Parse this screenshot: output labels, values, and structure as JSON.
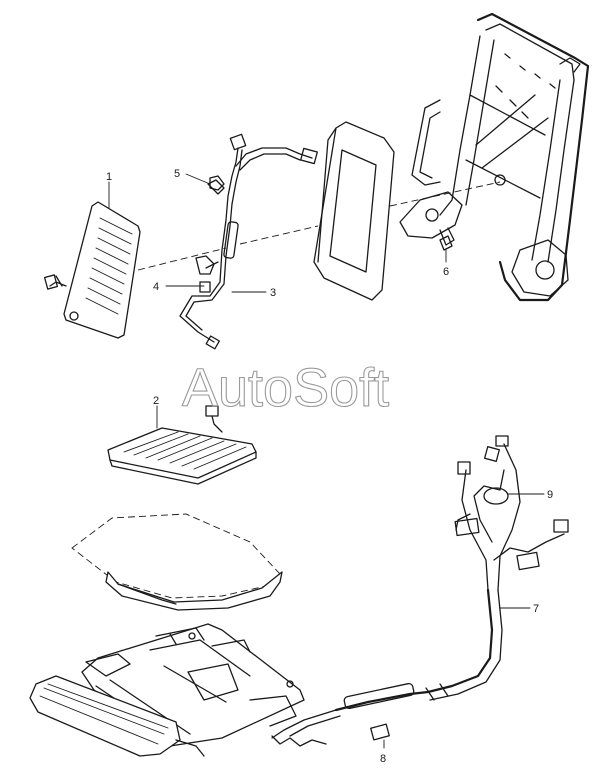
{
  "watermark": "AutoSoft",
  "callouts": [
    {
      "id": "1",
      "text": "1"
    },
    {
      "id": "2",
      "text": "2"
    },
    {
      "id": "3",
      "text": "3"
    },
    {
      "id": "4",
      "text": "4"
    },
    {
      "id": "5",
      "text": "5"
    },
    {
      "id": "6",
      "text": "6"
    },
    {
      "id": "7",
      "text": "7"
    },
    {
      "id": "8",
      "text": "8"
    },
    {
      "id": "9",
      "text": "9"
    }
  ]
}
